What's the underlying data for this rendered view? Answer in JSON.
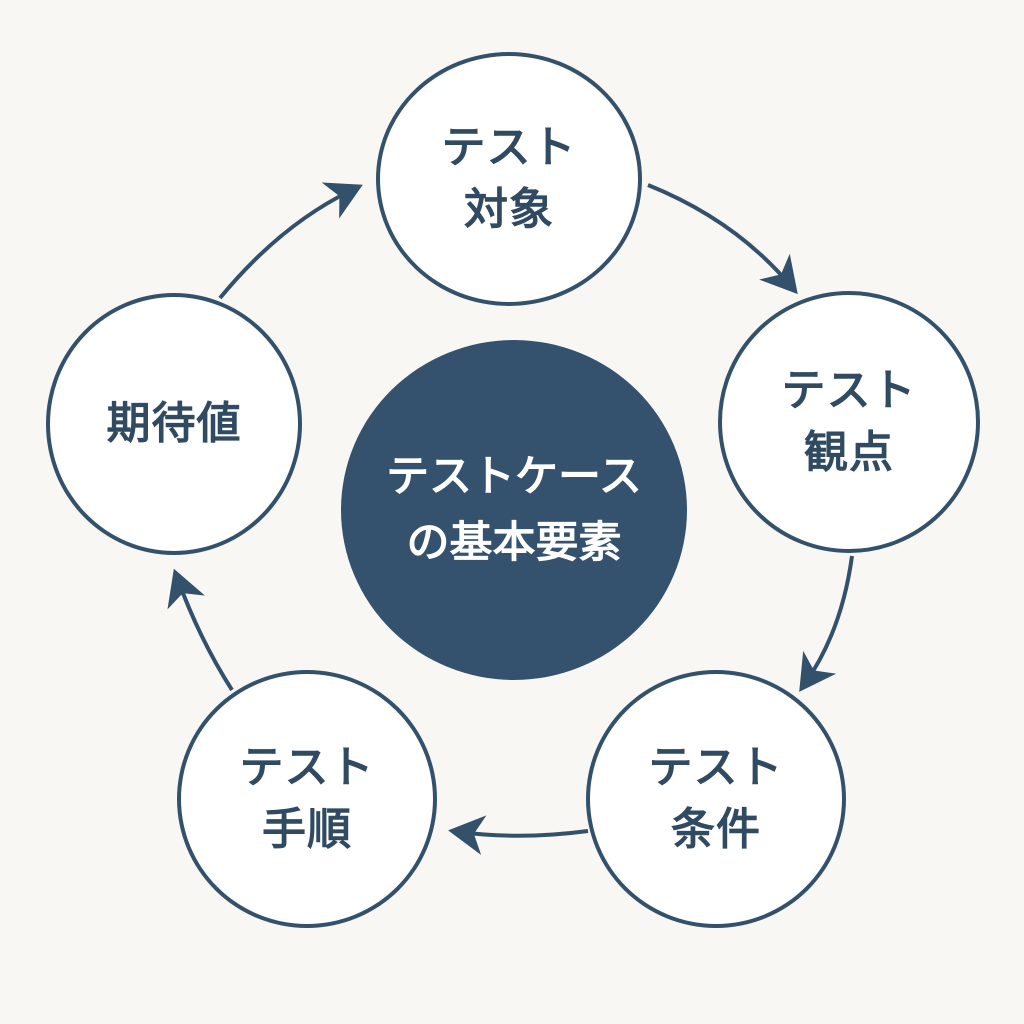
{
  "diagram": {
    "center": {
      "line1": "テストケース",
      "line2": "の基本要素"
    },
    "nodes": [
      {
        "id": "target",
        "line1": "テスト",
        "line2": "対象"
      },
      {
        "id": "viewpoint",
        "line1": "テスト",
        "line2": "観点"
      },
      {
        "id": "condition",
        "line1": "テスト",
        "line2": "条件"
      },
      {
        "id": "procedure",
        "line1": "テスト",
        "line2": "手順"
      },
      {
        "id": "expected",
        "line1": "期待値",
        "line2": ""
      }
    ],
    "colors": {
      "background": "#f8f7f4",
      "stroke": "#33516b",
      "center_fill": "#34526d",
      "node_text": "#2f4a61",
      "center_text": "#ffffff"
    }
  }
}
